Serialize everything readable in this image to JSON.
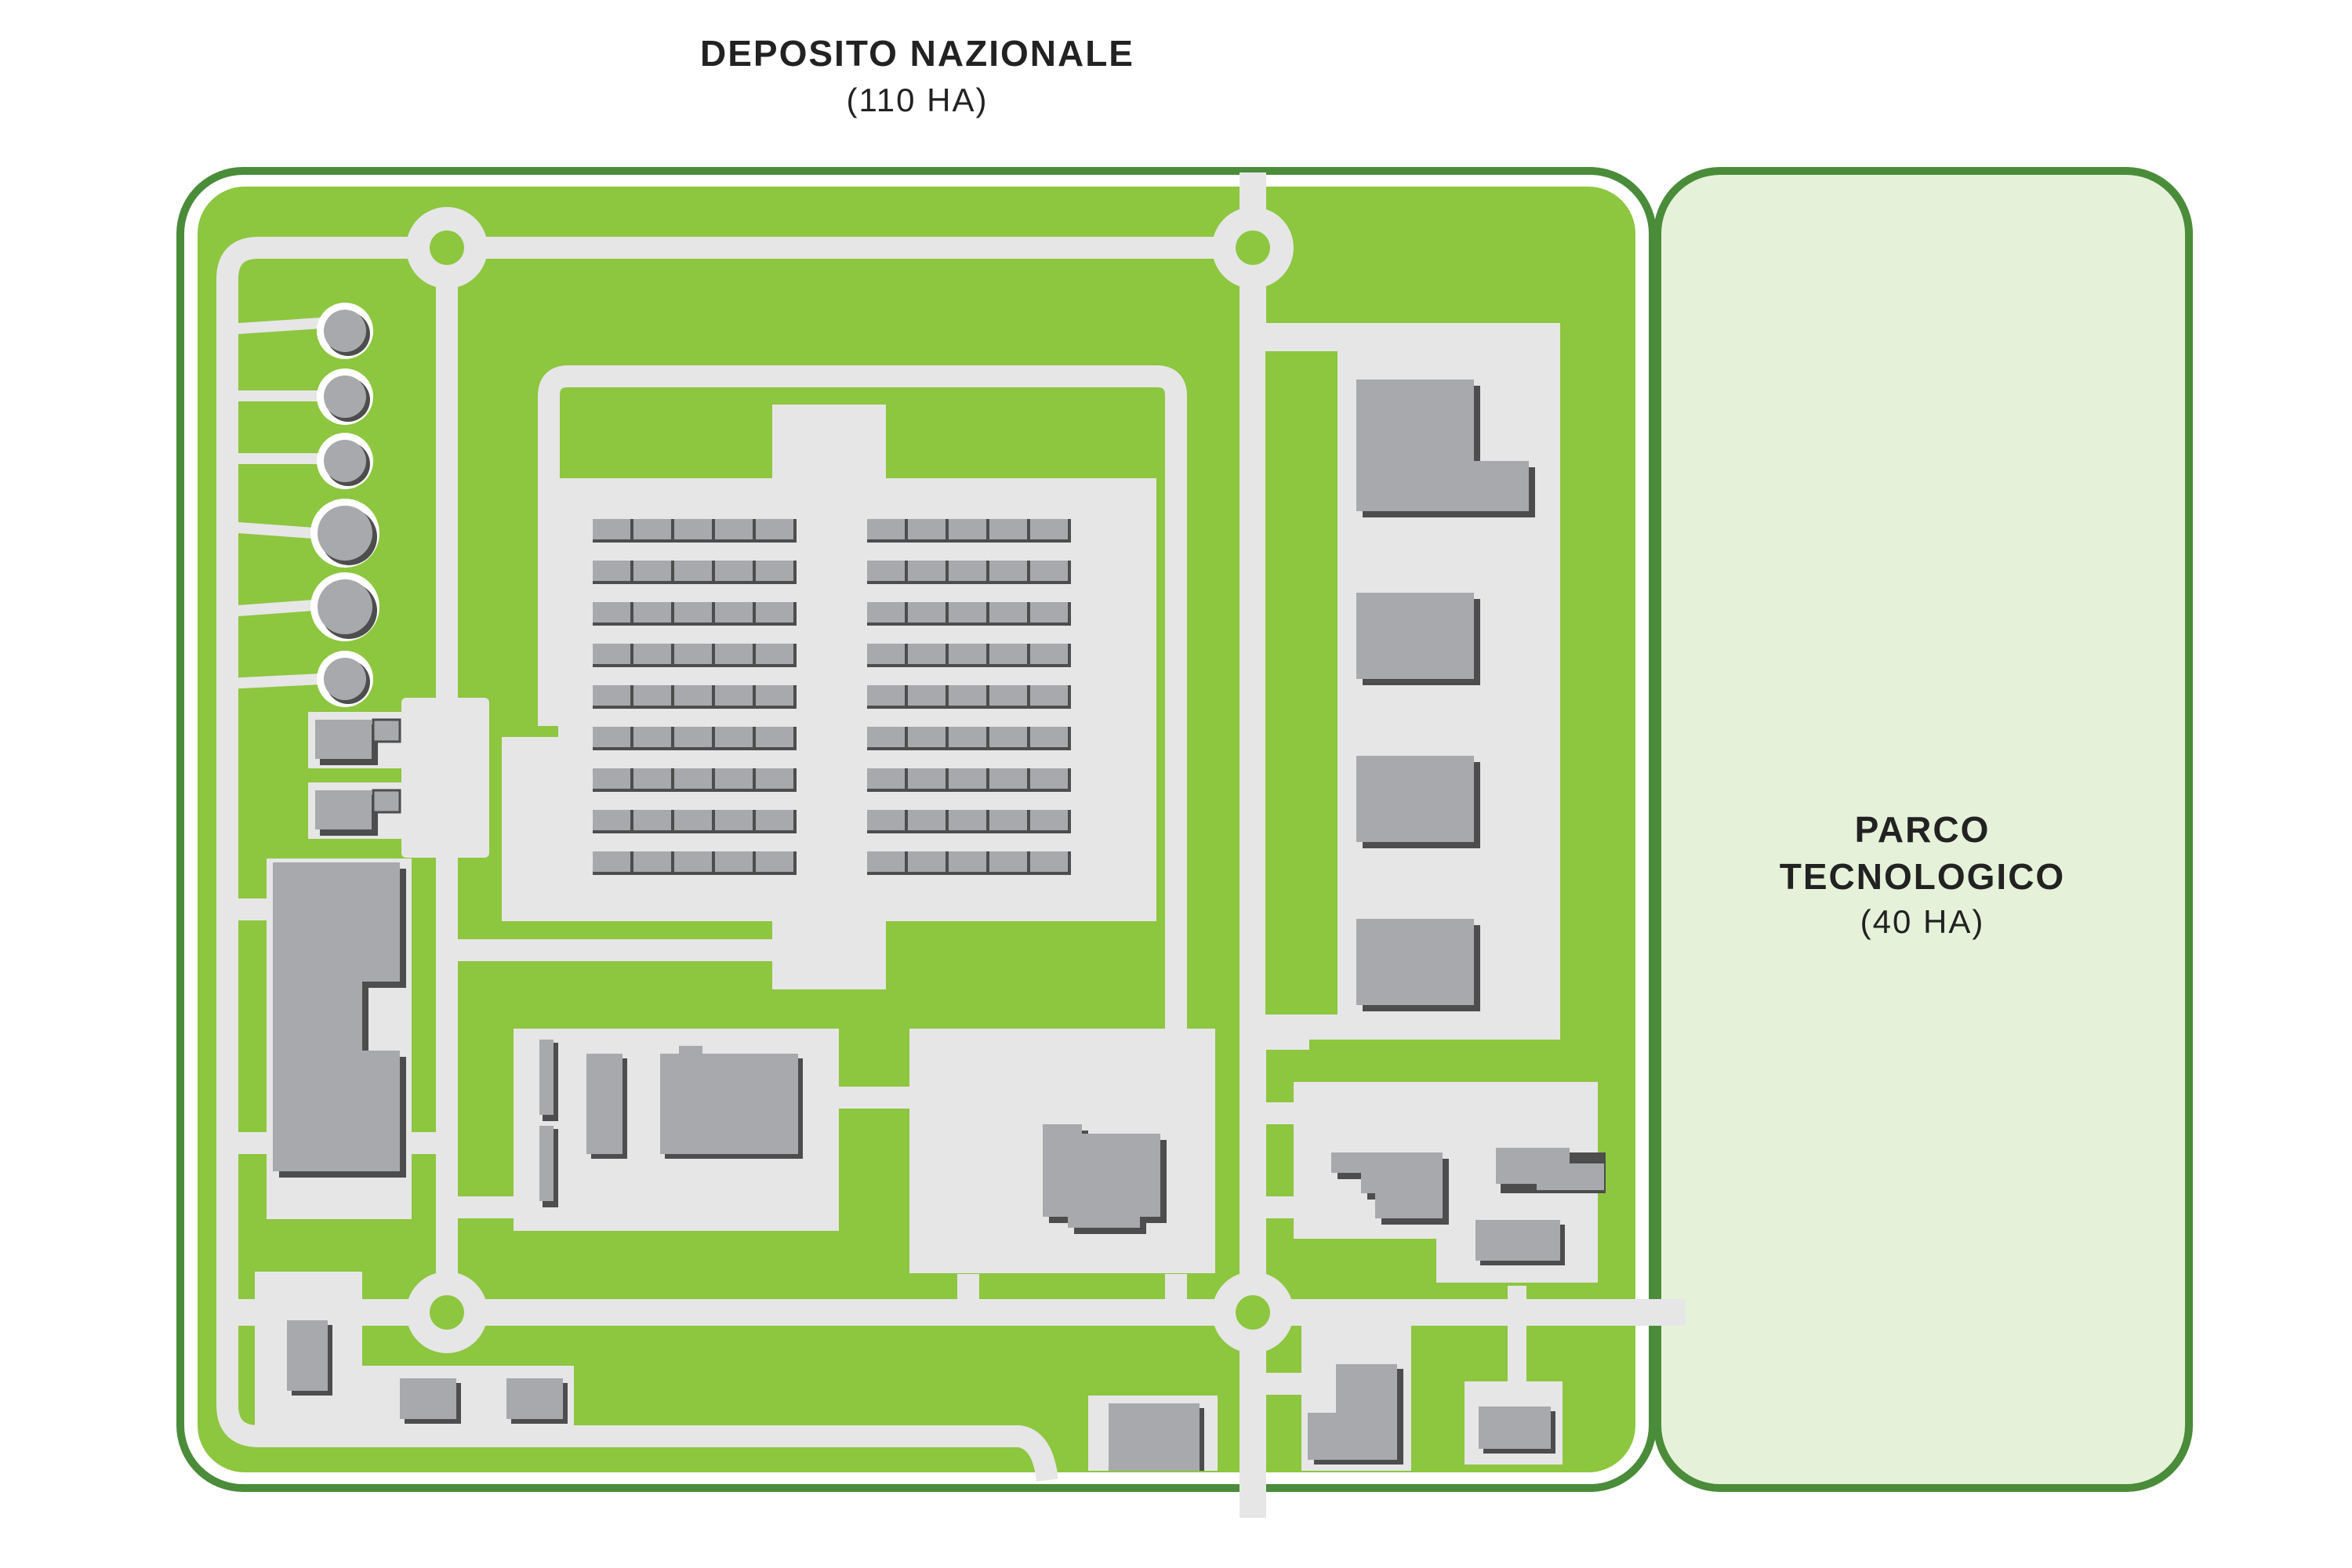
{
  "deposito": {
    "name": "DEPOSITO NAZIONALE",
    "area": "(110 HA)"
  },
  "parco": {
    "name_line1": "PARCO",
    "name_line2": "TECNOLOGICO",
    "area": "(40 HA)"
  },
  "colors": {
    "site_border": "#4a8c3a",
    "deposito_fill": "#8dc63f",
    "parco_fill": "#e5f2d9",
    "road": "#e6e6e6",
    "building": "#a7a9ac",
    "building_shadow": "#4d4d4d"
  }
}
